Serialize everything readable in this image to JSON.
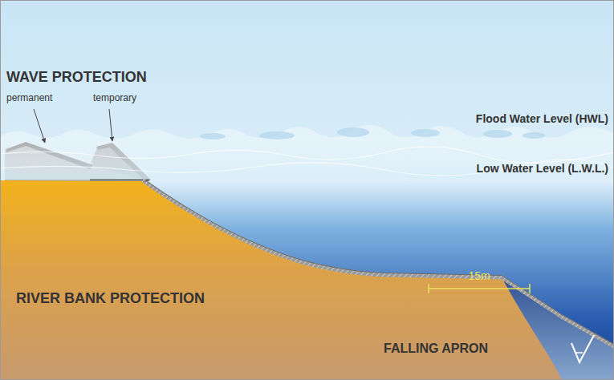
{
  "diagram": {
    "labels": [
      "WAVE PROTECTION",
      "permanent",
      "temporary",
      "Flood Water Level (HWL)",
      "Low Water Level (L.W.L.)",
      "15m",
      "RIVER BANK PROTECTION",
      "FALLING APRON"
    ]
  }
}
